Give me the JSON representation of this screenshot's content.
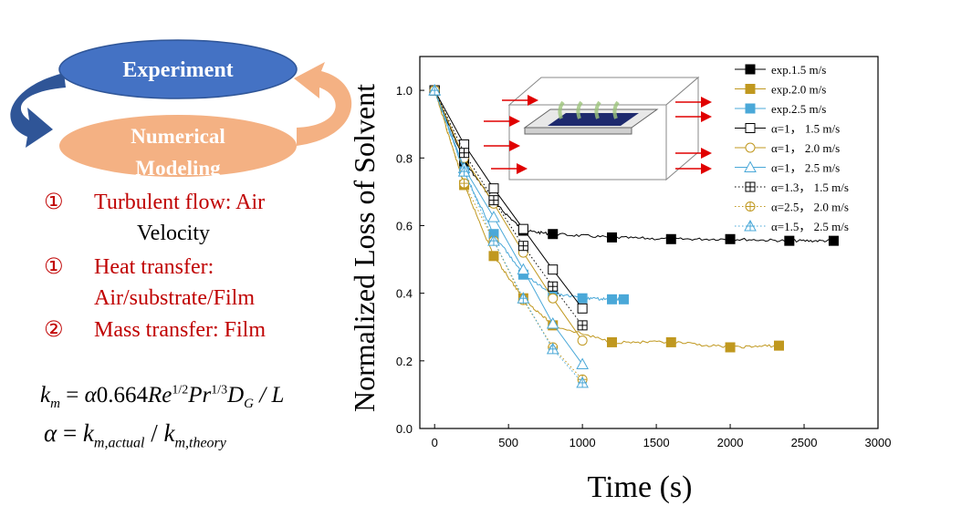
{
  "left_panel": {
    "cycle_top": "Experiment",
    "cycle_bottom_line1": "Numerical",
    "cycle_bottom_line2": "Modeling",
    "colors": {
      "top_bubble": "#4472c4",
      "bottom_bubble": "#f4b183",
      "arrow_blue": "#2f5597",
      "arrow_orange": "#f4b183"
    },
    "items": [
      {
        "number": "①",
        "line1": "Turbulent flow: Air",
        "line2": "Velocity"
      },
      {
        "number": "①",
        "line1": "Heat transfer:",
        "line2": "Air/substrate/Film"
      },
      {
        "number": "②",
        "line1": "Mass transfer: Film",
        "line2": ""
      }
    ],
    "formula1": {
      "lhs": "k",
      "lhs_sub": "m",
      "eq": " = ",
      "alpha": "α",
      "coef": "0.664",
      "re": "Re",
      "re_exp": "1/2",
      "pr": "Pr",
      "pr_exp": "1/3",
      "d": "D",
      "d_sub": "G",
      "tail": " / L"
    },
    "formula2": {
      "alpha": "α",
      "eq": " = ",
      "k1": "k",
      "k1_sub": "m,actual",
      "div": " / ",
      "k2": "k",
      "k2_sub": "m,theory"
    }
  },
  "chart_data": {
    "type": "line",
    "xlabel": "Time (s)",
    "ylabel": "Normalized Loss of Solvent",
    "xlim": [
      -100,
      3000
    ],
    "ylim": [
      0,
      1.1
    ],
    "xticks": [
      0,
      500,
      1000,
      1500,
      2000,
      2500,
      3000
    ],
    "yticks": [
      0.0,
      0.2,
      0.4,
      0.6,
      0.8,
      1.0
    ],
    "xtick_labels": [
      "0",
      "500",
      "1000",
      "1500",
      "2000",
      "2500",
      "3000"
    ],
    "ytick_labels": [
      "0.0",
      "0.2",
      "0.4",
      "0.6",
      "0.8",
      "1.0"
    ],
    "legend_position": "top-right",
    "series": [
      {
        "name": "exp.1.5 m/s",
        "color": "#000000",
        "marker": "square-filled",
        "line": "noisy",
        "x": [
          0,
          200,
          400,
          600,
          800,
          1200,
          1600,
          2000,
          2400,
          2700
        ],
        "y": [
          1.0,
          0.79,
          0.67,
          0.585,
          0.575,
          0.565,
          0.56,
          0.56,
          0.555,
          0.555
        ]
      },
      {
        "name": "exp.2.0 m/s",
        "color": "#c0981f",
        "marker": "square-filled",
        "line": "noisy",
        "x": [
          0,
          200,
          400,
          600,
          800,
          1200,
          1600,
          2000,
          2330
        ],
        "y": [
          1.0,
          0.72,
          0.51,
          0.385,
          0.305,
          0.255,
          0.255,
          0.24,
          0.245
        ]
      },
      {
        "name": "exp.2.5 m/s",
        "color": "#4aa8d8",
        "marker": "square-filled",
        "line": "noisy",
        "x": [
          0,
          200,
          400,
          600,
          800,
          1000,
          1200,
          1280
        ],
        "y": [
          1.0,
          0.76,
          0.575,
          0.455,
          0.4,
          0.385,
          0.382,
          0.382
        ]
      },
      {
        "name": "α=1， 1.5 m/s",
        "color": "#000000",
        "marker": "square-open",
        "line": "solid",
        "x": [
          0,
          200,
          400,
          600,
          800,
          1000
        ],
        "y": [
          1.0,
          0.84,
          0.71,
          0.59,
          0.47,
          0.355
        ]
      },
      {
        "name": "α=1， 2.0 m/s",
        "color": "#c0981f",
        "marker": "circle-open",
        "line": "solid",
        "x": [
          0,
          200,
          400,
          600,
          800,
          1000
        ],
        "y": [
          1.0,
          0.8,
          0.665,
          0.52,
          0.385,
          0.26
        ]
      },
      {
        "name": "α=1， 2.5 m/s",
        "color": "#4aa8d8",
        "marker": "triangle-open",
        "line": "solid",
        "x": [
          0,
          200,
          400,
          600,
          800,
          1000
        ],
        "y": [
          1.0,
          0.77,
          0.625,
          0.47,
          0.31,
          0.19
        ]
      },
      {
        "name": "α=1.3， 1.5 m/s",
        "color": "#000000",
        "marker": "square-plus",
        "line": "dotted",
        "x": [
          0,
          200,
          400,
          600,
          800,
          1000
        ],
        "y": [
          1.0,
          0.815,
          0.675,
          0.54,
          0.42,
          0.305
        ]
      },
      {
        "name": "α=2.5， 2.0 m/s",
        "color": "#c0981f",
        "marker": "circle-plus",
        "line": "dotted",
        "x": [
          0,
          200,
          400,
          600,
          800,
          1000
        ],
        "y": [
          1.0,
          0.725,
          0.555,
          0.38,
          0.24,
          0.145
        ]
      },
      {
        "name": "α=1.5， 2.5 m/s",
        "color": "#4aa8d8",
        "marker": "triangle-plus",
        "line": "dotted",
        "x": [
          0,
          200,
          400,
          600,
          800,
          1000
        ],
        "y": [
          1.0,
          0.76,
          0.555,
          0.385,
          0.235,
          0.135
        ]
      }
    ]
  }
}
